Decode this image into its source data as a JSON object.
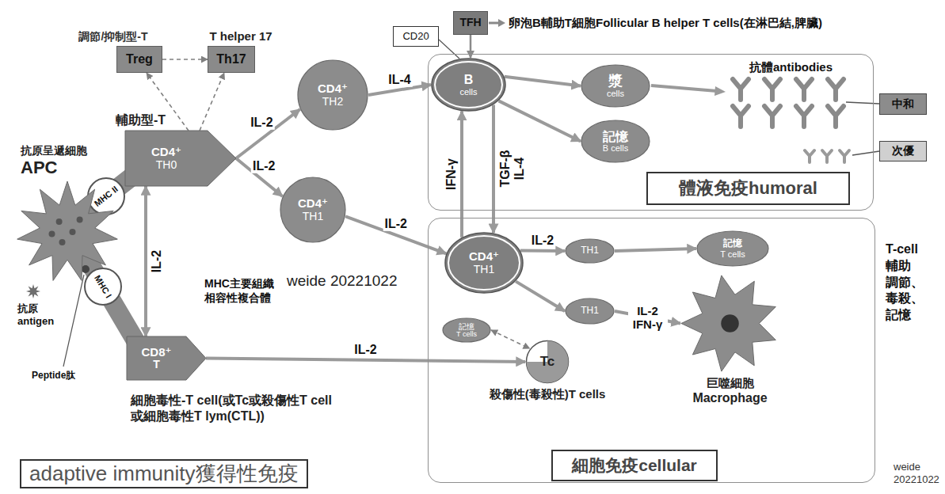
{
  "diagram": {
    "title": "adaptive immunity獲得性免疫",
    "nodes": [
      {
        "text": [
          "調節/抑制型-T",
          "Treg"
        ]
      },
      {
        "text": [
          "T helper 17",
          "Th17"
        ]
      },
      {
        "text": [
          "輔助型-T",
          "CD4⁺",
          "TH0"
        ]
      },
      {
        "text": [
          "抗原呈遞細胞",
          "APC"
        ]
      },
      {
        "text": [
          "CD4⁺",
          "TH2"
        ]
      },
      {
        "text": [
          "CD4⁺",
          "TH1"
        ]
      },
      {
        "text": [
          "CD8⁺",
          "T",
          "細胞毒性-T cell(或Tc或殺傷性T cell 或細胞毒性T lym(CTL))"
        ]
      },
      {
        "text": [
          "TFH"
        ]
      },
      {
        "text": [
          "CD20"
        ]
      },
      {
        "text": [
          "體液免疫humoral"
        ]
      },
      {
        "text": [
          "B",
          "cells"
        ],
        "in": 9
      },
      {
        "text": [
          "漿",
          "cells"
        ],
        "in": 9
      },
      {
        "text": [
          "記憶",
          "B cells"
        ],
        "in": 9
      },
      {
        "text": [
          "中和"
        ]
      },
      {
        "text": [
          "次優"
        ]
      },
      {
        "text": [
          "細胞免疫cellular"
        ]
      },
      {
        "text": [
          "CD4⁺",
          "TH1"
        ],
        "in": 15
      },
      {
        "text": [
          "TH1"
        ],
        "in": 15
      },
      {
        "text": [
          "記憶",
          "T cells"
        ],
        "in": 15
      },
      {
        "text": [
          "TH1"
        ],
        "in": 15
      },
      {
        "text": [
          "巨噬細胞",
          "Macrophage"
        ],
        "in": 15
      },
      {
        "text": [
          "記憶",
          "T cells"
        ],
        "in": 15
      },
      {
        "text": [
          "Tc",
          "殺傷性(毒殺性)T cells"
        ],
        "in": 15
      }
    ],
    "edges": [
      {
        "from": 2,
        "to": 0,
        "arrow": "to"
      },
      {
        "from": 2,
        "to": 1,
        "arrow": "to"
      },
      {
        "from": 0,
        "to": 1,
        "arrow": "to"
      },
      {
        "from": 2,
        "to": 4,
        "label": "IL-2",
        "arrow": "to"
      },
      {
        "from": 2,
        "to": 5,
        "label": "IL-2",
        "arrow": "to"
      },
      {
        "from": 2,
        "to": 6,
        "label": "IL-2",
        "arrow": "both"
      },
      {
        "from": 4,
        "to": 10,
        "label": "IL-4",
        "arrow": "to"
      },
      {
        "from": 7,
        "to": 10,
        "arrow": "to"
      },
      {
        "from": 8,
        "to": 10,
        "arrow": "none"
      },
      {
        "from": 10,
        "to": 11,
        "arrow": "to"
      },
      {
        "from": 10,
        "to": 12,
        "arrow": "to"
      },
      {
        "from": 5,
        "to": 16,
        "label": "IL-2",
        "arrow": "to"
      },
      {
        "from": 16,
        "to": 10,
        "label": "IFN-γ",
        "arrow": "to"
      },
      {
        "from": 10,
        "to": 16,
        "label": "TGF-β IL-4",
        "arrow": "to"
      },
      {
        "from": 16,
        "to": 17,
        "label": "IL-2",
        "arrow": "to"
      },
      {
        "from": 16,
        "to": 19,
        "arrow": "to"
      },
      {
        "from": 17,
        "to": 18,
        "arrow": "to"
      },
      {
        "from": 19,
        "to": 20,
        "label": "IL-2 IFN-γ",
        "arrow": "to"
      },
      {
        "from": 6,
        "to": 22,
        "label": "IL-2",
        "arrow": "to"
      },
      {
        "from": 21,
        "to": 22,
        "arrow": "both"
      }
    ],
    "labels": [
      "MHC II",
      "MHC I",
      "抗原 antigen",
      "Peptide肽",
      "MHC主要組織 相容性複合體",
      "weide 20221022",
      "卵泡B輔助T細胞Follicular B helper T cells(在淋巴結,脾臟)",
      "抗體antibodies",
      "T-cell 輔助 調節、 毒殺、 記憶",
      "weide 20221022"
    ]
  }
}
